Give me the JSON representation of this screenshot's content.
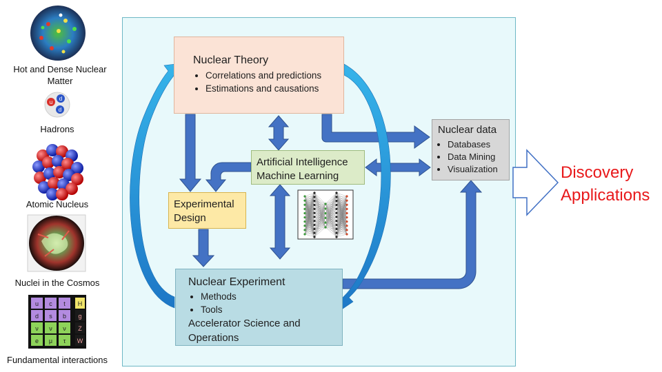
{
  "left_column": {
    "items": [
      {
        "label": "Hot and Dense Nuclear Matter",
        "icon": "qgp-icon"
      },
      {
        "label": "Hadrons",
        "icon": "hadron-icon"
      },
      {
        "label": "Atomic Nucleus",
        "icon": "nucleus-icon"
      },
      {
        "label": "Nuclei in the Cosmos",
        "icon": "crab-nebula-icon"
      },
      {
        "label": "Fundamental interactions",
        "icon": "standard-model-icon"
      }
    ],
    "standard_model_cells": [
      "u",
      "c",
      "t",
      "H",
      "d",
      "s",
      "b",
      "g",
      "ν",
      "ν",
      "ν",
      "Z",
      "e",
      "μ",
      "τ",
      "W"
    ],
    "hadron_quarks": [
      "u",
      "d",
      "d"
    ]
  },
  "theory": {
    "title": "Nuclear Theory",
    "bullets": [
      "Correlations and predictions",
      "Estimations and causations"
    ]
  },
  "ai": {
    "line1": "Artificial Intelligence",
    "line2": "Machine Learning"
  },
  "design": {
    "line1": "Experimental",
    "line2": "Design"
  },
  "data_box": {
    "title": "Nuclear data",
    "bullets": [
      "Databases",
      "Data Mining",
      "Visualization"
    ]
  },
  "experiment": {
    "title": "Nuclear Experiment",
    "bullets": [
      "Methods",
      "Tools"
    ],
    "sub1": "Accelerator Science and",
    "sub2": "Operations"
  },
  "discovery": {
    "line1": "Discovery",
    "line2": "Applications"
  },
  "colors": {
    "arrow_blue": "#3f6fc4",
    "cycle_arrow": "#1a9ad6",
    "discovery_red": "#e8191b",
    "panel_bg": "#e8f9fb"
  }
}
